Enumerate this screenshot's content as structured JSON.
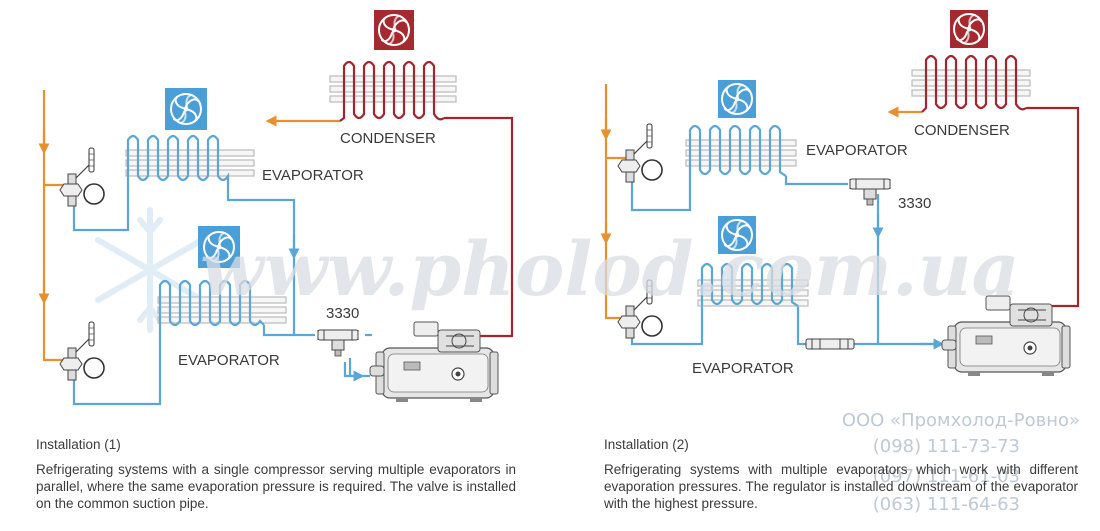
{
  "watermark": {
    "site": "www.pholod.com.ua",
    "company": "ООО «Промхолод-Ровно»",
    "phones": [
      "(098) 111-73-73",
      "(097) 111-61-03",
      "(063) 111-64-63"
    ]
  },
  "diagram1": {
    "condenser_label": "CONDENSER",
    "evaporator_top_label": "EVAPORATOR",
    "evaporator_bottom_label": "EVAPORATOR",
    "regulator_label": "3330"
  },
  "diagram2": {
    "condenser_label": "CONDENSER",
    "evaporator_top_label": "EVAPORATOR",
    "evaporator_bottom_label": "EVAPORATOR",
    "regulator_label": "3330"
  },
  "caption1": {
    "title": "Installation (1)",
    "text": "Refrigerating systems with a single compressor serving multiple evaporators in parallel, where the same evaporation pressure is required. The valve is installed on the common suction pipe."
  },
  "caption2": {
    "title": "Installation (2)",
    "text": "Refrigerating systems with multiple evaporators which work with different evaporation pressures. The regulator is installed downstream of the evaporator with the highest pressure."
  },
  "colors": {
    "liquid_line": "#e8902e",
    "suction_line": "#5aa6d8",
    "discharge_line": "#a3252d",
    "evaporator_fan": "#4a9fd8",
    "condenser_fan": "#a52a2f"
  },
  "icons": [
    "fan-icon",
    "snowflake-icon",
    "compressor-icon",
    "expansion-valve-icon",
    "pressure-regulator-icon"
  ]
}
